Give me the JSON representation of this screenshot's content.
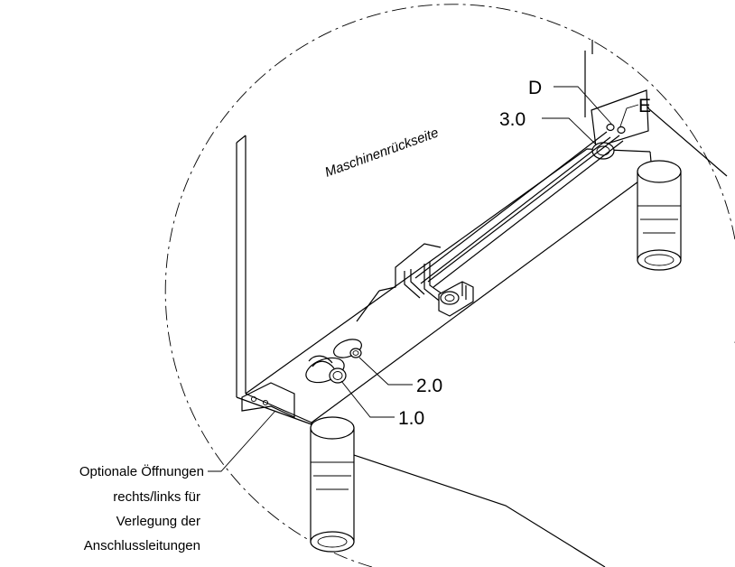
{
  "callouts": {
    "machine_back": "Maschinenrückseite",
    "d": "D",
    "e": "E",
    "c30": "3.0",
    "c20": "2.0",
    "c10": "1.0"
  },
  "note": {
    "line1": "Optionale Öffnungen",
    "line2": "rechts/links für",
    "line3": "Verlegung der",
    "line4": "Anschlussleitungen"
  }
}
